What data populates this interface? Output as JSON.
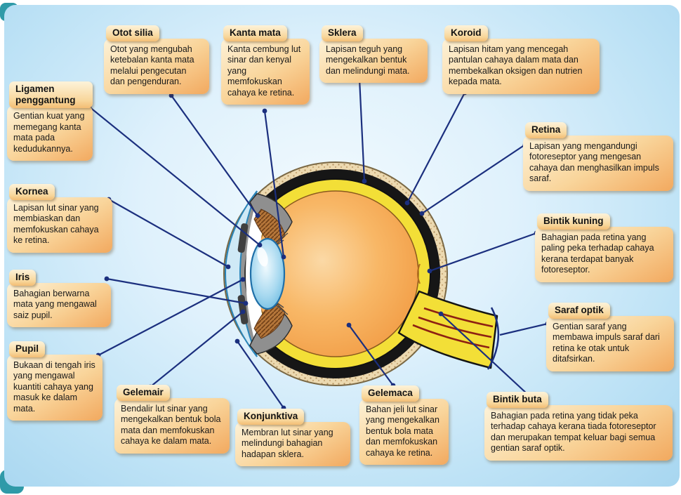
{
  "colors": {
    "background_blue": "#bfe3f6",
    "background_highlight": "#f2fafe",
    "callout_light": "#fdf2d8",
    "callout_dark": "#f2a95f",
    "connector_navy": "#1b2f7e",
    "retina_yellow": "#f3df37",
    "vitreous_orange": "#f8b766",
    "choroid_black": "#161616",
    "teal_accent": "#2f9aa8"
  },
  "callouts": [
    {
      "id": "otot-silia",
      "title": "Otot silia",
      "desc": "Otot yang mengubah ketebalan kanta mata melalui pengecutan dan pengenduran."
    },
    {
      "id": "kanta-mata",
      "title": "Kanta mata",
      "desc": "Kanta cembung lut sinar dan kenyal yang memfokuskan cahaya ke retina."
    },
    {
      "id": "sklera",
      "title": "Sklera",
      "desc": "Lapisan teguh yang mengekalkan bentuk dan melindungi mata."
    },
    {
      "id": "koroid",
      "title": "Koroid",
      "desc": "Lapisan hitam yang mencegah pantulan cahaya dalam mata dan membekalkan oksigen dan nutrien kepada mata."
    },
    {
      "id": "ligamen-penggantung",
      "title": "Ligamen penggantung",
      "desc": "Gentian kuat yang memegang kanta mata pada kedudukannya."
    },
    {
      "id": "kornea",
      "title": "Kornea",
      "desc": "Lapisan lut sinar yang membiaskan dan memfokuskan cahaya ke retina."
    },
    {
      "id": "iris",
      "title": "Iris",
      "desc": "Bahagian berwarna mata yang mengawal saiz pupil."
    },
    {
      "id": "pupil",
      "title": "Pupil",
      "desc": "Bukaan di tengah iris yang mengawal kuantiti cahaya yang masuk ke dalam mata."
    },
    {
      "id": "retina",
      "title": "Retina",
      "desc": "Lapisan yang mengandungi fotoreseptor yang mengesan cahaya dan menghasilkan impuls saraf."
    },
    {
      "id": "bintik-kuning",
      "title": "Bintik kuning",
      "desc": "Bahagian pada retina yang paling peka terhadap cahaya kerana terdapat banyak fotoreseptor."
    },
    {
      "id": "saraf-optik",
      "title": "Saraf optik",
      "desc": "Gentian saraf yang membawa impuls saraf dari retina ke otak untuk ditafsirkan."
    },
    {
      "id": "bintik-buta",
      "title": "Bintik buta",
      "desc": "Bahagian pada retina yang tidak peka terhadap cahaya kerana tiada fotoreseptor dan merupakan tempat keluar bagi semua gentian saraf optik."
    },
    {
      "id": "gelemair",
      "title": "Gelemair",
      "desc": "Bendalir lut sinar yang mengekalkan bentuk bola mata dan memfokuskan cahaya ke dalam mata."
    },
    {
      "id": "konjunktiva",
      "title": "Konjunktiva",
      "desc": "Membran lut sinar yang melindungi bahagian hadapan sklera."
    },
    {
      "id": "gelemaca",
      "title": "Gelemaca",
      "desc": "Bahan jeli lut sinar yang mengekalkan bentuk bola mata dan memfokuskan cahaya ke retina."
    }
  ]
}
